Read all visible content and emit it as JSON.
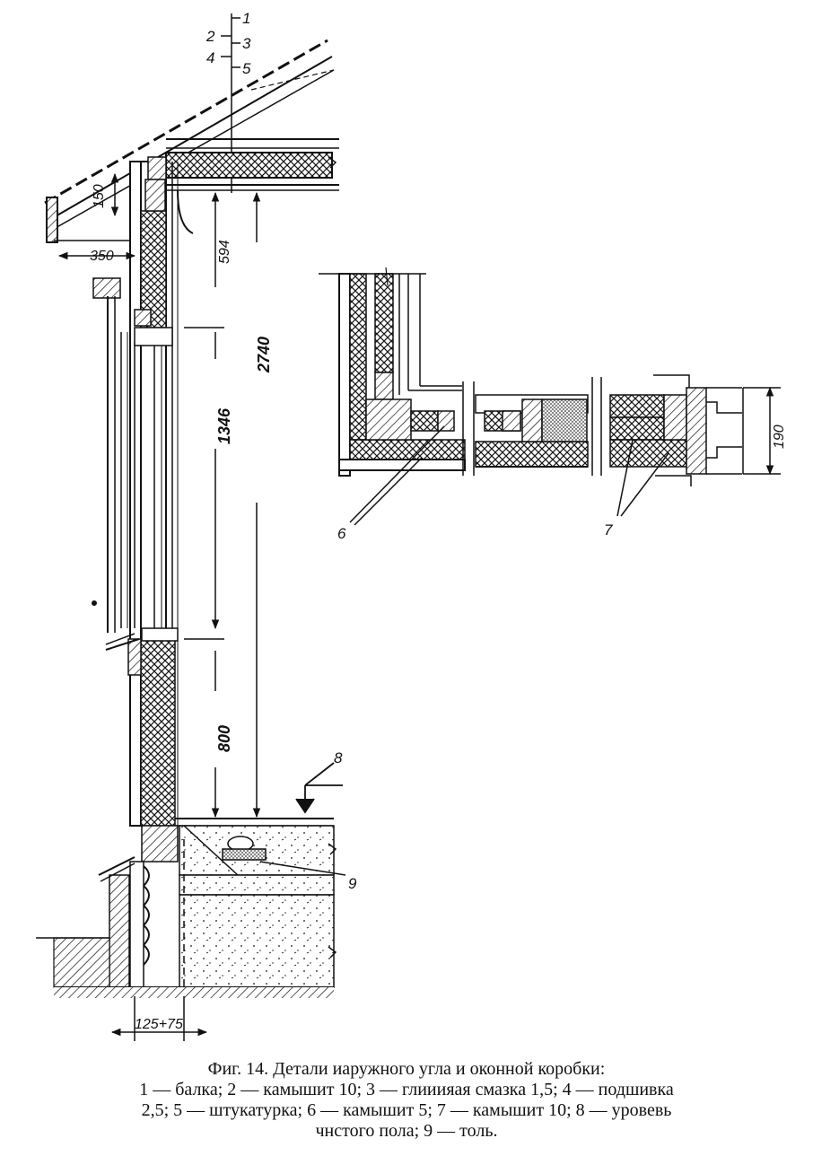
{
  "caption": {
    "title": "Фиг. 14. Детали иаружного угла и оконной коробки:",
    "legend_line1": "1 — балка; 2 — камышит 10; 3 — глииияая смазка 1,5; 4 — подшивка",
    "legend_line2": "2,5; 5 — штукатурка; 6 — камышит 5; 7 — камышит 10; 8 — уровевь",
    "legend_line3": "чнстого пола; 9 — толь."
  },
  "labels": {
    "l1": "1",
    "l2": "2",
    "l3": "3",
    "l4": "4",
    "l5": "5",
    "l6": "6",
    "l7": "7",
    "l8": "8",
    "l9": "9"
  },
  "dimensions": {
    "d150": "150",
    "d350": "350",
    "d594": "594",
    "d1346": "1346",
    "d2740": "2740",
    "d800": "800",
    "d190": "190",
    "d125_75": "125+75"
  }
}
